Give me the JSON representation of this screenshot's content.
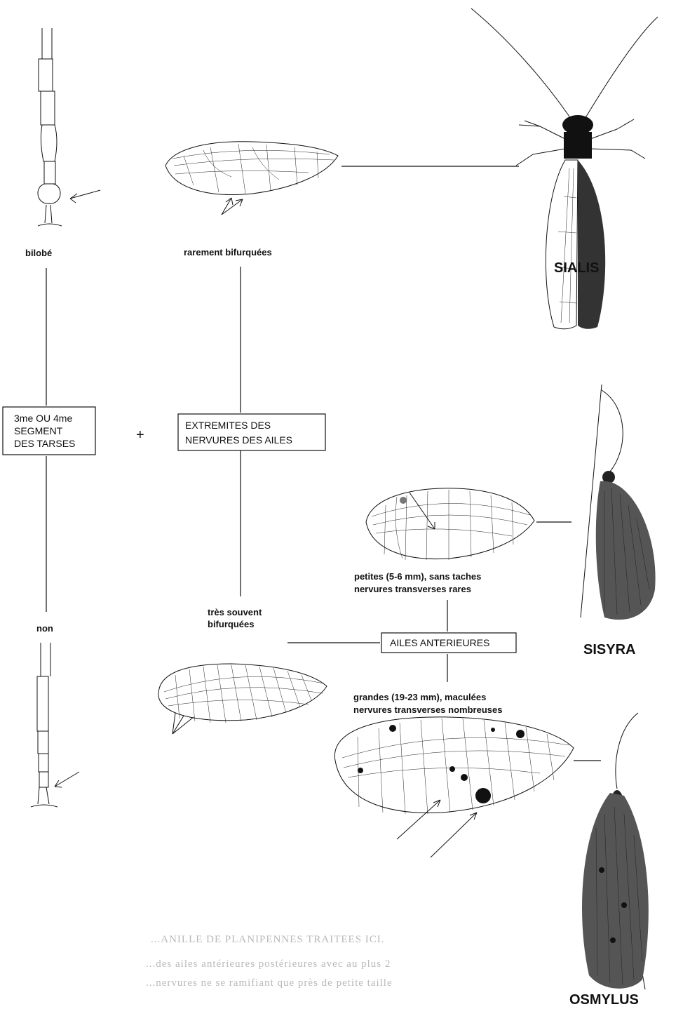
{
  "tarsus_box": {
    "line1": "3me OU 4me",
    "line2": "SEGMENT",
    "line3": "DES TARSES"
  },
  "vein_box": {
    "line1": "EXTREMITES DES",
    "line2": "NERVURES DES AILES"
  },
  "forewing_box": {
    "label": "AILES ANTERIEURES"
  },
  "plus_sign": "+",
  "labels": {
    "bilobe": "bilobé",
    "non": "non",
    "rarement": "rarement bifurquées",
    "tres_souvent_1": "très souvent",
    "tres_souvent_2": "bifurquées",
    "petites_1": "petites (5-6 mm), sans taches",
    "petites_2": "nervures transverses rares",
    "grandes_1": "grandes (19-23 mm), maculées",
    "grandes_2": "nervures transverses nombreuses"
  },
  "genera": {
    "sialis": "SIALIS",
    "sisyra": "SISYRA",
    "osmylus": "OSMYLUS"
  },
  "bleed_through": {
    "line1": "...ANILLE DE PLANIPENNES TRAITEES ICI.",
    "line2": "...des ailes antérieures postérieures avec au plus 2",
    "line3": "...nervures ne se ramifiant que près de petite taille"
  },
  "icons": [
    "tarsus-bilobed-icon",
    "tarsus-simple-icon",
    "sialis-wing-icon",
    "sisyra-wing-icon",
    "osmylus-wing-icon",
    "sialis-insect-icon",
    "sisyra-insect-icon",
    "osmylus-insect-icon"
  ]
}
